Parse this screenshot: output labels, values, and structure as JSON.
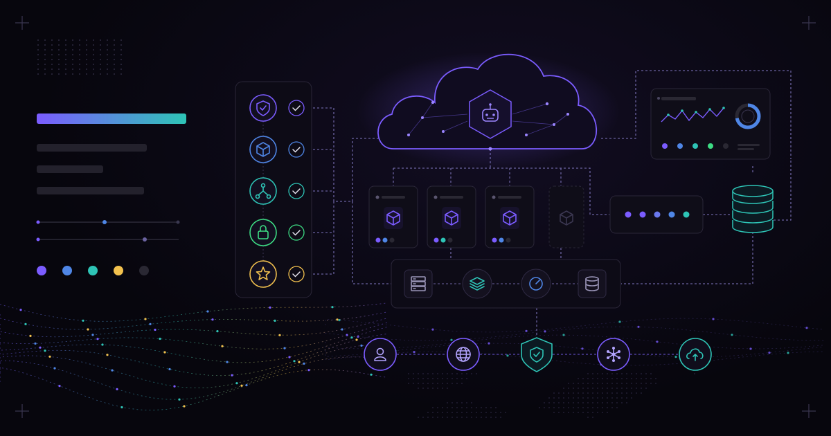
{
  "palette": {
    "background": "#07060d",
    "panel": "#0f0d18",
    "panel_border": "#2a2638",
    "purple": "#7b5cff",
    "blue": "#4f86e6",
    "teal": "#2ec4b6",
    "green": "#3ddc84",
    "amber": "#f2c14e",
    "muted": "#2a2833",
    "dashed_line": "#6a62a0"
  },
  "left_panel": {
    "accent_bar_gradient": [
      "#7b5cff",
      "#2ec4b6"
    ],
    "text_placeholder_lines": 3,
    "sliders": [
      {
        "name": "slider-1",
        "value": 0.45
      },
      {
        "name": "slider-2",
        "value": 0.72
      }
    ],
    "color_dots": [
      "#7b5cff",
      "#4f86e6",
      "#2ec4b6",
      "#f2c14e",
      "#2a2833"
    ]
  },
  "checklist": [
    {
      "icon": "shield-icon",
      "color": "#7b5cff",
      "checked": true
    },
    {
      "icon": "cube-icon",
      "color": "#4f86e6",
      "checked": true
    },
    {
      "icon": "network-icon",
      "color": "#2ec4b6",
      "checked": true
    },
    {
      "icon": "lock-icon",
      "color": "#3ddc84",
      "checked": true
    },
    {
      "icon": "star-icon",
      "color": "#f2c14e",
      "checked": true
    }
  ],
  "cloud": {
    "icon": "robot-icon"
  },
  "modules": [
    {
      "icon": "cube-icon",
      "active": true,
      "dots": [
        "#7b5cff",
        "#4f86e6",
        "#2a2833"
      ]
    },
    {
      "icon": "cube-icon",
      "active": true,
      "dots": [
        "#7b5cff",
        "#2ec4b6",
        "#2a2833"
      ]
    },
    {
      "icon": "cube-icon",
      "active": true,
      "dots": [
        "#7b5cff",
        "#4f86e6",
        "#2a2833"
      ]
    },
    {
      "icon": "cube-icon",
      "active": false,
      "dots": []
    }
  ],
  "pipeline_dots": [
    "#7b5cff",
    "#7b5cff",
    "#6a78ee",
    "#4f86e6",
    "#2ec4b6"
  ],
  "services_row": [
    "server-icon",
    "layers-icon",
    "gauge-icon",
    "database-icon"
  ],
  "dashboard": {
    "line_series": [
      0.35,
      0.6,
      0.45,
      0.75,
      0.4,
      0.7,
      0.5,
      0.8,
      0.55,
      0.85
    ],
    "donut_fraction": 0.72,
    "legend_dots": [
      "#7b5cff",
      "#4f86e6",
      "#2ec4b6",
      "#3ddc84",
      "#2a2833"
    ]
  },
  "database": {
    "icon": "database-stack-icon"
  },
  "bottom_nodes": [
    {
      "icon": "user-icon",
      "color": "#7b5cff"
    },
    {
      "icon": "globe-icon",
      "color": "#7b5cff"
    },
    {
      "icon": "shield-check-icon",
      "color": "#2ec4b6"
    },
    {
      "icon": "hub-icon",
      "color": "#7b5cff"
    },
    {
      "icon": "cloud-upload-icon",
      "color": "#2ec4b6"
    }
  ]
}
